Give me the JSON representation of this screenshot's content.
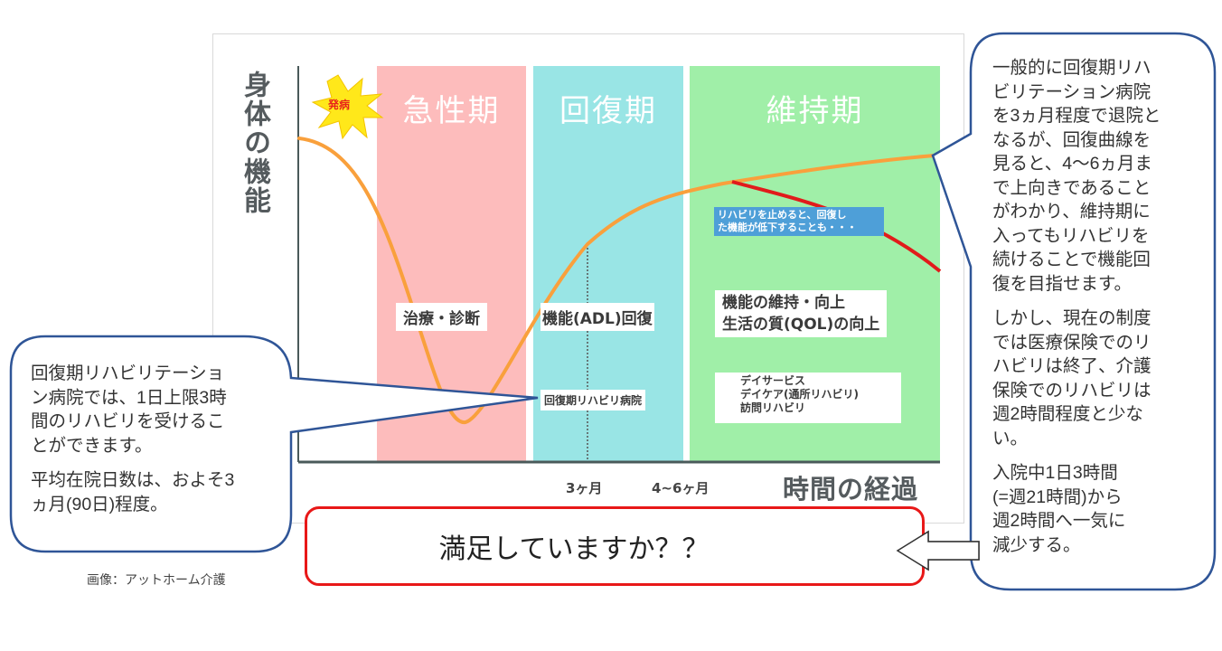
{
  "diagram": {
    "y_axis_label": "身体の機能",
    "x_axis_label": "時間の経過",
    "onset_badge": "発病",
    "phases": [
      {
        "name": "急性期",
        "color": "#fdbcbc",
        "activity": "治療・診断"
      },
      {
        "name": "回復期",
        "color": "#99e5e5",
        "activity": "機能(ADL)回復"
      },
      {
        "name": "維持期",
        "color": "#a0efa8",
        "activity_line1": "機能の維持・向上",
        "activity_line2": "生活の質(QOL)の向上"
      }
    ],
    "x_ticks": [
      "3ヶ月",
      "4~6ヶ月"
    ],
    "recovery_hospital_label": "回復期リハビリ病院",
    "maintenance_services": [
      "デイサービス",
      "デイケア(通所リハビリ)",
      "訪問リハビリ"
    ],
    "decline_note_line1": "リハビリを止めると、回復し",
    "decline_note_line2": "た機能が低下することも・・・",
    "colors": {
      "function_curve": "#f9a03c",
      "decline_curve": "#e11b1b",
      "callout_border": "#2f5597",
      "axis": "#4a5a5a",
      "question_border": "#e81818"
    }
  },
  "left_callout": {
    "paragraph1": [
      "回復期リハビリテーショ",
      "ン病院では、1日上限3時",
      "間のリハビリを受けるこ",
      "とができます。"
    ],
    "paragraph2": [
      "平均在院日数は、およそ3",
      "ヵ月(90日)程度。"
    ]
  },
  "right_callout": {
    "paragraph1": [
      "一般的に回復期リハ",
      "ビリテーション病院",
      "を3ヵ月程度で退院と",
      "なるが、回復曲線を",
      "見ると、4～6ヵ月ま",
      "で上向きであること",
      "がわかり、維持期に",
      "入ってもリハビリを",
      "続けることで機能回",
      "復を目指せます。"
    ],
    "paragraph2": [
      "しかし、現在の制度",
      "では医療保険でのリ",
      "ハビリは終了、介護",
      "保険でのリハビリは",
      "週2時間程度と少な",
      "い。"
    ],
    "paragraph3": [
      "入院中1日3時間",
      "(=週21時間)から",
      "週2時間へ一気に",
      "減少する。"
    ]
  },
  "question_box": {
    "text": "満足していますか？？"
  },
  "credit": "画像：アットホーム介護"
}
